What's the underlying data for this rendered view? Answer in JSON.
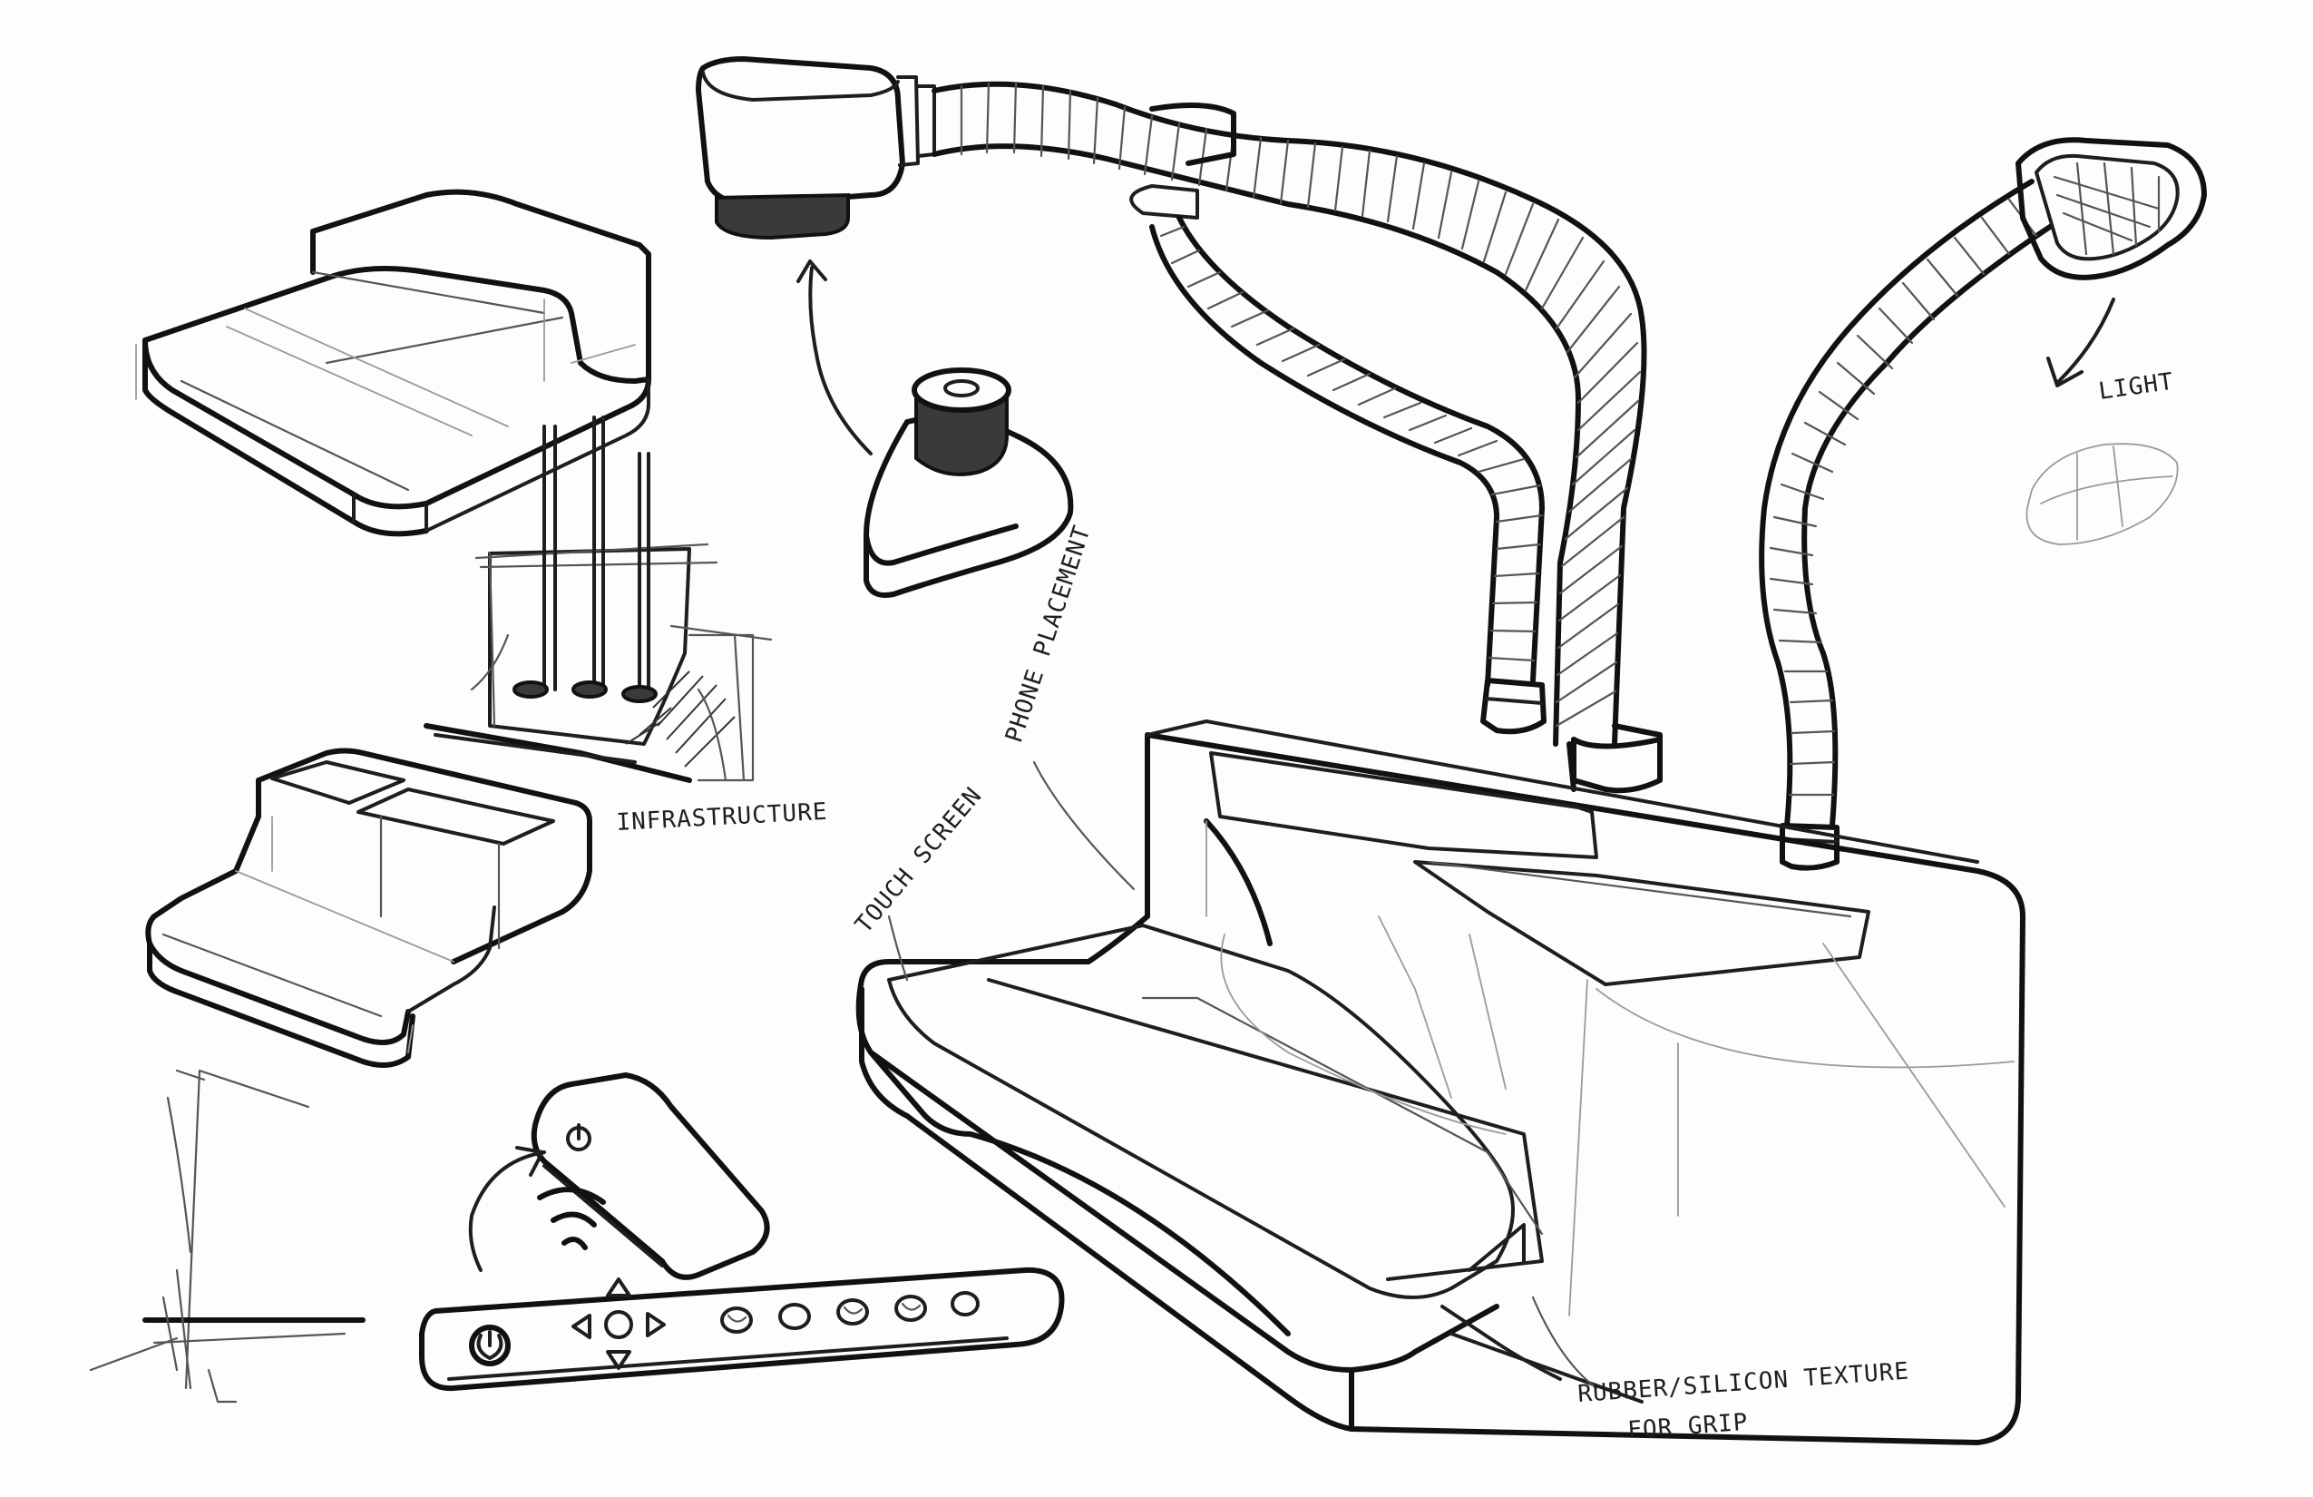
{
  "sheet": {
    "annotations": {
      "infrastructure": "INFRASTRUCTURE",
      "phone_placement": "PHONE PLACEMENT",
      "touch_screen": "TOUCH SCREEN",
      "light": "LIGHT",
      "texture_line1": "RUBBER/SILICON TEXTURE",
      "texture_line2": "FOR GRIP"
    },
    "icons": {
      "power": "power-icon",
      "dpad": "directional-pad-icon",
      "wireless": "wireless-signal-icon"
    },
    "colors": {
      "paper": "#fdfdfc",
      "ink": "#1e1e1e",
      "shading": "#3a3a3a"
    }
  }
}
